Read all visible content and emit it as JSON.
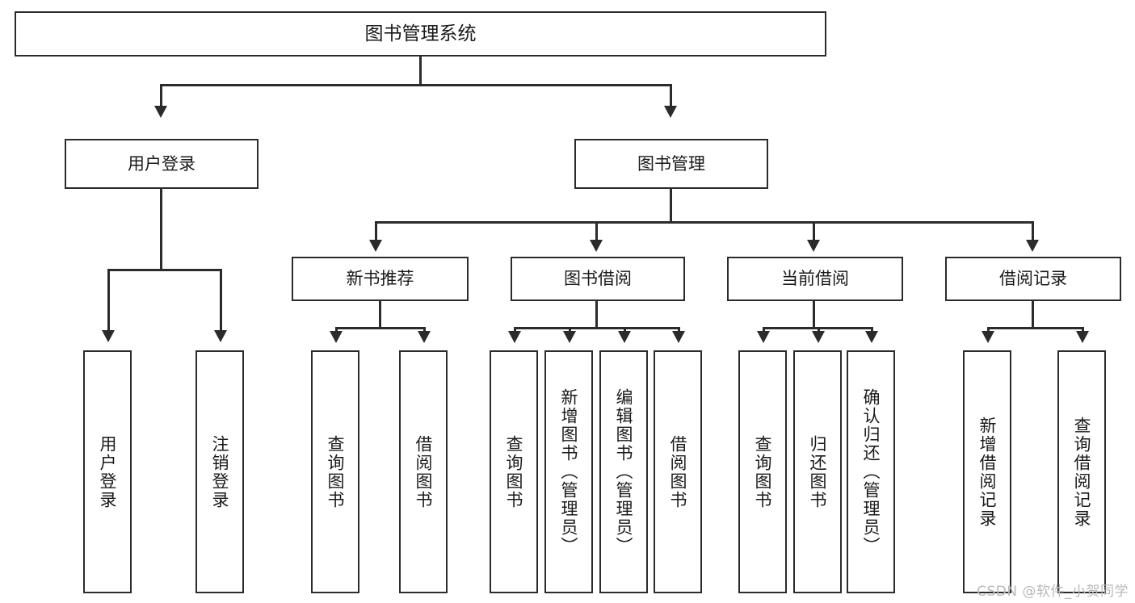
{
  "diagram": {
    "title": "图书管理系统",
    "type": "tree",
    "watermark": "CSDN @软件_小贺同学",
    "colors": {
      "stroke": "#2b2b2b",
      "fill": "#ffffff",
      "text": "#1a1a1a",
      "watermark": "#b9b9b9"
    },
    "root": {
      "label": "图书管理系统"
    },
    "level1": [
      {
        "id": "user-login",
        "label": "用户登录"
      },
      {
        "id": "book-manage",
        "label": "图书管理"
      }
    ],
    "level2": [
      {
        "id": "new-book-rec",
        "label": "新书推荐",
        "parent": "book-manage"
      },
      {
        "id": "book-borrow",
        "label": "图书借阅",
        "parent": "book-manage"
      },
      {
        "id": "current-borrow",
        "label": "当前借阅",
        "parent": "book-manage"
      },
      {
        "id": "borrow-record",
        "label": "借阅记录",
        "parent": "book-manage"
      }
    ],
    "leaves": [
      {
        "id": "leaf-user-login",
        "label": "用户登录",
        "parent": "user-login"
      },
      {
        "id": "leaf-logout",
        "label": "注销登录",
        "parent": "user-login"
      },
      {
        "id": "leaf-query-book-1",
        "label": "查询图书",
        "parent": "new-book-rec"
      },
      {
        "id": "leaf-borrow-book-1",
        "label": "借阅图书",
        "parent": "new-book-rec"
      },
      {
        "id": "leaf-query-book-2",
        "label": "查询图书",
        "parent": "book-borrow"
      },
      {
        "id": "leaf-add-book",
        "label": "新增图书（管理员）",
        "parent": "book-borrow"
      },
      {
        "id": "leaf-edit-book",
        "label": "编辑图书（管理员）",
        "parent": "book-borrow"
      },
      {
        "id": "leaf-borrow-book-2",
        "label": "借阅图书",
        "parent": "book-borrow"
      },
      {
        "id": "leaf-query-book-3",
        "label": "查询图书",
        "parent": "current-borrow"
      },
      {
        "id": "leaf-return-book",
        "label": "归还图书",
        "parent": "current-borrow"
      },
      {
        "id": "leaf-confirm-return",
        "label": "确认归还（管理员）",
        "parent": "current-borrow"
      },
      {
        "id": "leaf-add-record",
        "label": "新增借阅记录",
        "parent": "borrow-record"
      },
      {
        "id": "leaf-query-record",
        "label": "查询借阅记录",
        "parent": "borrow-record"
      }
    ]
  }
}
